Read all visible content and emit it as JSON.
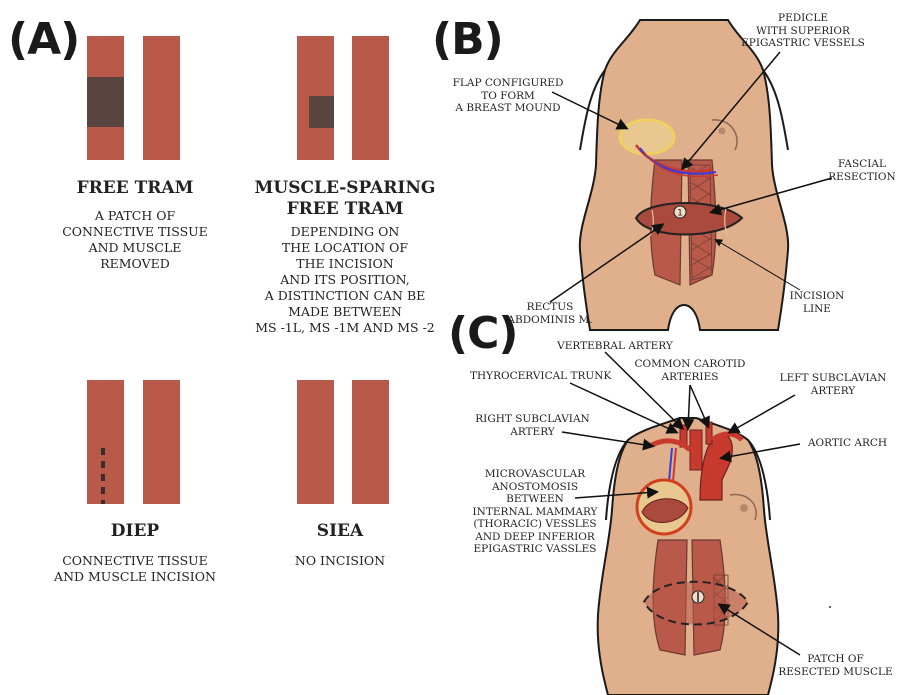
{
  "panel_a": {
    "letter": "(A)",
    "free_tram": {
      "title": "FREE TRAM",
      "desc": [
        "A PATCH OF",
        "CONNECTIVE TISSUE",
        "AND MUSCLE",
        "REMOVED"
      ]
    },
    "ms_free_tram": {
      "title": [
        "MUSCLE-SPARING",
        "FREE TRAM"
      ],
      "desc": [
        "DEPENDING ON",
        "THE LOCATION OF",
        "THE INCISION",
        "AND ITS POSITION,",
        "A DISTINCTION CAN BE",
        "MADE BETWEEN",
        "MS -1L, MS -1M AND MS -2"
      ]
    },
    "diep": {
      "title": "DIEP",
      "desc": [
        "CONNECTIVE TISSUE",
        "AND MUSCLE INCISION"
      ]
    },
    "siea": {
      "title": "SIEA",
      "desc": [
        "NO INCISION"
      ]
    }
  },
  "panel_b": {
    "letter": "(B)",
    "labels": {
      "pedicle": [
        "PEDICLE",
        "WITH SUPERIOR",
        "EPIGASTRIC VESSELS"
      ],
      "flap": [
        "FLAP CONFIGURED",
        "TO FORM",
        "A BREAST MOUND"
      ],
      "fascial": [
        "FASCIAL",
        "RESECTION"
      ],
      "rectus": [
        "RECTUS",
        "ABDOMINIS M."
      ],
      "incision": [
        "INCISION",
        "LINE"
      ]
    },
    "marker": "1"
  },
  "panel_c": {
    "letter": "(C)",
    "labels": {
      "vertebral": [
        "VERTEBRAL ARTERY"
      ],
      "carotid": [
        "COMMON CAROTID",
        "ARTERIES"
      ],
      "thyrocervical": [
        "THYROCERVICAL TRUNK"
      ],
      "left_subclavian": [
        "LEFT SUBCLAVIAN",
        "ARTERY"
      ],
      "right_subclavian": [
        "RIGHT SUBCLAVIAN",
        "ARTERY"
      ],
      "aortic_arch": [
        "AORTIC ARCH"
      ],
      "anastomosis": [
        "MICROVASCULAR",
        "ANOSTOMOSIS",
        "BETWEEN",
        "INTERNAL MAMMARY",
        "(THORACIC) VESSLES",
        "AND DEEP INFERIOR",
        "EPIGASTRIC VASSLES"
      ],
      "patch": [
        "PATCH OF",
        "RESECTED MUSCLE"
      ]
    }
  },
  "colors": {
    "muscle": "#b8594a",
    "patch": "#5a4440",
    "skin": "#e0b08c",
    "skin_outline": "#1a1a1a",
    "flap_outline": "#f0d060",
    "artery": "#c83a2e",
    "vein": "#3a3ae0"
  }
}
